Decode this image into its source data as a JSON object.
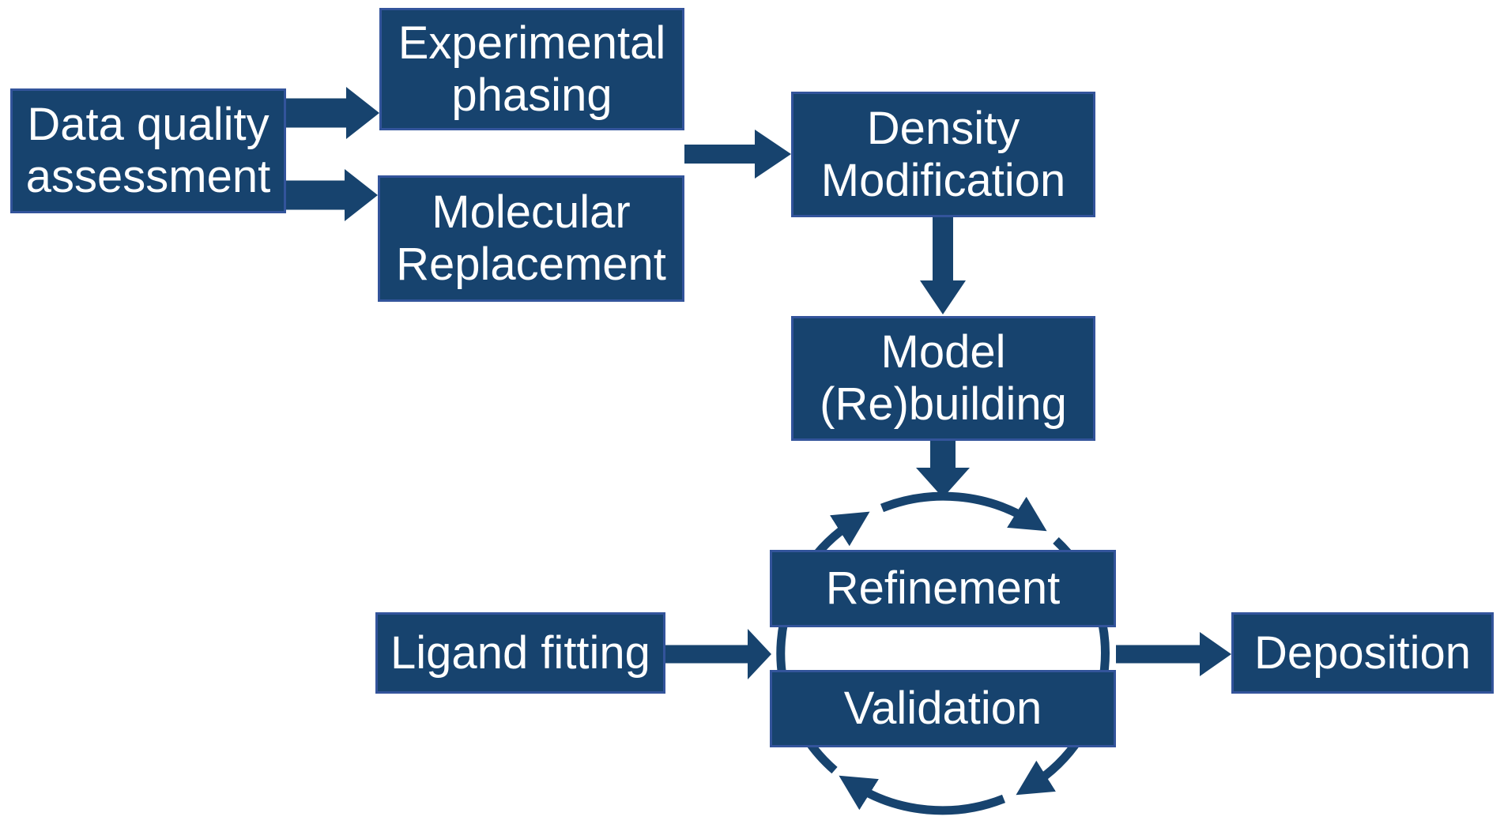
{
  "diagram": {
    "description": "Crystallography structure solution workflow flowchart",
    "background_color": "#FFFFFF",
    "colors": {
      "node_fill": "#17436E",
      "node_border": "#33549B",
      "arrow": "#17436E",
      "text": "#FFFFFF"
    },
    "nodes": {
      "data_quality": {
        "lines": [
          "Data quality",
          "assessment"
        ]
      },
      "experimental_phasing": {
        "lines": [
          "Experimental",
          "phasing"
        ]
      },
      "molecular_replacement": {
        "lines": [
          "Molecular",
          "Replacement"
        ]
      },
      "density_modification": {
        "lines": [
          "Density",
          "Modification"
        ]
      },
      "model_rebuilding": {
        "lines": [
          "Model",
          "(Re)building"
        ]
      },
      "refinement": {
        "lines": [
          "Refinement"
        ]
      },
      "validation": {
        "lines": [
          "Validation"
        ]
      },
      "ligand_fitting": {
        "lines": [
          "Ligand fitting"
        ]
      },
      "deposition": {
        "lines": [
          "Deposition"
        ]
      }
    },
    "edges": [
      {
        "from": "data_quality",
        "to": "experimental_phasing",
        "type": "arrow"
      },
      {
        "from": "data_quality",
        "to": "molecular_replacement",
        "type": "arrow"
      },
      {
        "from": "experimental_phasing / molecular_replacement",
        "to": "density_modification",
        "type": "arrow"
      },
      {
        "from": "density_modification",
        "to": "model_rebuilding",
        "type": "arrow"
      },
      {
        "from": "model_rebuilding",
        "to": "refinement_validation_cycle",
        "type": "arrow"
      },
      {
        "from": "ligand_fitting",
        "to": "refinement_validation_cycle",
        "type": "arrow"
      },
      {
        "from": "refinement_validation_cycle",
        "to": "deposition",
        "type": "arrow"
      },
      {
        "between": [
          "refinement",
          "validation"
        ],
        "type": "clockwise-cycle"
      }
    ]
  }
}
